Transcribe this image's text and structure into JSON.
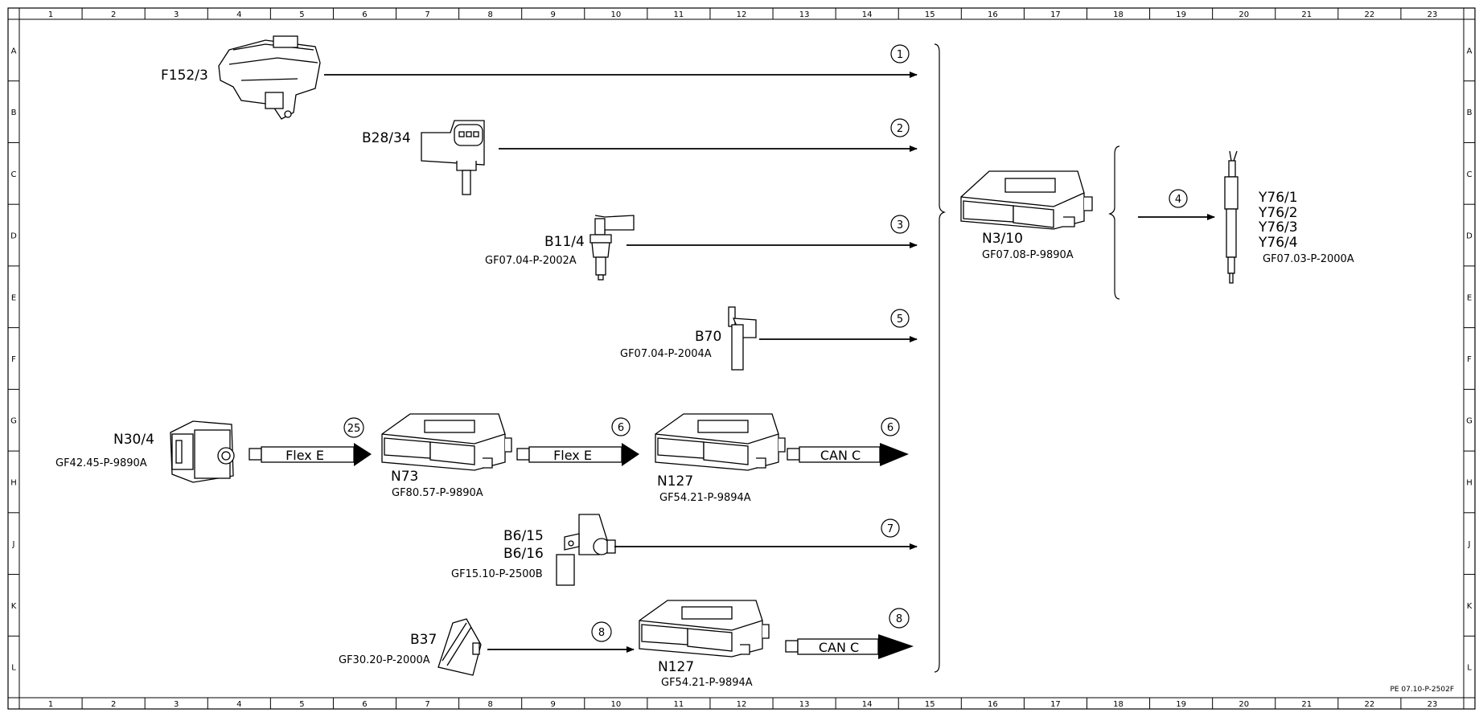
{
  "grid": {
    "columns": [
      "1",
      "2",
      "3",
      "4",
      "5",
      "6",
      "7",
      "8",
      "9",
      "10",
      "11",
      "12",
      "13",
      "14",
      "15",
      "16",
      "17",
      "18",
      "19",
      "20",
      "21",
      "22",
      "23"
    ],
    "rows": [
      "A",
      "B",
      "C",
      "D",
      "E",
      "F",
      "G",
      "H",
      "J",
      "K",
      "L"
    ]
  },
  "document_number": "PE 07.10-P-2502F",
  "components": {
    "f152": {
      "label": "F152/3"
    },
    "b28": {
      "label": "B28/34"
    },
    "b11": {
      "label": "B11/4",
      "ref": "GF07.04-P-2002A"
    },
    "b70": {
      "label": "B70",
      "ref": "GF07.04-P-2004A"
    },
    "n30": {
      "label": "N30/4",
      "ref": "GF42.45-P-9890A"
    },
    "n73": {
      "label": "N73",
      "ref": "GF80.57-P-9890A"
    },
    "n127a": {
      "label": "N127",
      "ref": "GF54.21-P-9894A"
    },
    "b6": {
      "label1": "B6/15",
      "label2": "B6/16",
      "ref": "GF15.10-P-2500B"
    },
    "b37": {
      "label": "B37",
      "ref": "GF30.20-P-2000A"
    },
    "n127b": {
      "label": "N127",
      "ref": "GF54.21-P-9894A"
    },
    "n3": {
      "label": "N3/10",
      "ref": "GF07.08-P-9890A"
    },
    "y76": {
      "label1": "Y76/1",
      "label2": "Y76/2",
      "label3": "Y76/3",
      "label4": "Y76/4",
      "ref": "GF07.03-P-2000A"
    }
  },
  "signals": {
    "s1": "1",
    "s2": "2",
    "s3": "3",
    "s4": "4",
    "s5": "5",
    "s6a": "6",
    "s6b": "6",
    "s7": "7",
    "s8a": "8",
    "s8b": "8",
    "s25": "25"
  },
  "buses": {
    "flexe1": "Flex E",
    "flexe2": "Flex E",
    "canc1": "CAN C",
    "canc2": "CAN C"
  }
}
